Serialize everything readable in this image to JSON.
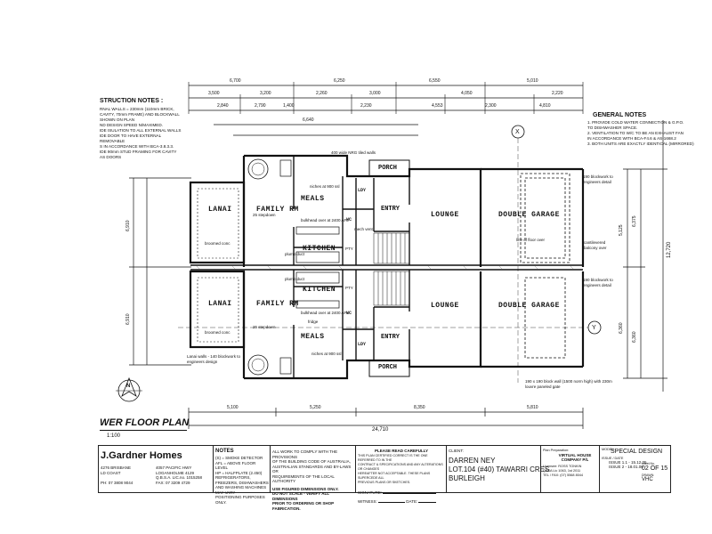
{
  "notes_left": {
    "title": "STRUCTION NOTES :",
    "lines": [
      "RNAL WALLS = 230mm (110mm BRICK,",
      "CAVITY, 70mm FRAME) AND BLOCKWALL",
      "SHOWN ON PLAN",
      "ND DESIGN SPEED N/MAXIMED.",
      "IDE ISULATION TO ALL EXTERNAL WALLS",
      "IDE DOOR TO HAVE EXTERNAL REMOVABLE",
      "S IN ACCORDANCE WITH BCA-3.8.3.3.",
      "IDE 90mm STUD FRAMING FOR CAVITY",
      "AS DOORS"
    ]
  },
  "notes_right": {
    "title": "GENERAL NOTES",
    "lines": [
      "1. PROVIDE COLD WATER CONNECTION & G.P.O.",
      "   TO DISHWASHER SPACE.",
      "2. VENTILATION TO W/C TO BE AN EXHAUST FAN",
      "   IN ACCORDANCE WITH BCA-F4.6 & AS-1668.2",
      "3. BOTH UNITS ARE EXACTLY IDENTICAL (MIRRORED)"
    ]
  },
  "dimensions": {
    "top_row1": [
      "6,700",
      "6,250",
      "6,550",
      "5,010"
    ],
    "top_row2": [
      "3,500",
      "3,200",
      "2,260",
      "3,000",
      "4,050",
      "2,220"
    ],
    "top_row3": [
      "2,840",
      "2,790",
      "1,400",
      "6,640",
      "2,230",
      "4,553",
      "2,300",
      "4,810"
    ],
    "bottom_row": [
      "5,100",
      "5,250",
      "8,350",
      "5,810"
    ],
    "overall_width": "24,710",
    "overall_height": "12,720",
    "right_side": [
      "5,125",
      "6,375",
      "6,360",
      "6,360"
    ],
    "left_side": [
      "6,910",
      "6,910"
    ]
  },
  "rooms_top": {
    "lanai": "LANAI",
    "family": "FAMILY RM",
    "meals": "MEALS",
    "kitchen": "KITCHEN",
    "entry": "ENTRY",
    "lounge": "LOUNGE",
    "garage": "DOUBLE GARAGE",
    "porch": "PORCH",
    "ldy": "LDY",
    "wc": "WC"
  },
  "rooms_bottom": {
    "lanai": "LANAI",
    "family": "FAMILY RM",
    "meals": "MEALS",
    "kitchen": "KITCHEN",
    "entry": "ENTRY",
    "lounge": "LOUNGE",
    "garage": "DOUBLE GARAGE",
    "porch": "PORCH",
    "ldy": "LDY",
    "wc": "WC"
  },
  "annotations": {
    "broomed_conc": "broomed conc",
    "step_down": "25 stepdown",
    "niches": "niches at 900 ssl",
    "bulkhead": "bulkhead over at 2400 AFL",
    "mech_vent": "mech vent",
    "plumb_duct": "plumb duct",
    "pantry": "PTY",
    "fridge": "fridge",
    "lanai_walls": "Lanai walls - 140 blockwork to engineers design",
    "blockwork_note": "190 blockwork to engineers detail",
    "line_floor_over": "line of floor over",
    "porch_wall": "400 wide NRG tiled walls",
    "gates": "190 x 190 block wall (1500 norm high) with 230m louvre paneled gate",
    "cantilevered": "cantilevered balcony over"
  },
  "grid_markers": {
    "x": "X",
    "y": "Y"
  },
  "plan_title": {
    "title": "WER FLOOR PLAN",
    "scale": "1:100"
  },
  "north": {
    "label": "N"
  },
  "title_block": {
    "company": "J.Gardner Homes",
    "company_addr": [
      "4276 BRISBANE",
      "LD COAST",
      "",
      "4057 PACIFIC HWY",
      "LOGANHOLME 4129",
      "Q.B.S.A. LIC.no. 1015258",
      "",
      "PH: 07 3808 9044",
      "FAX: 07 3209 4729"
    ],
    "notes_title": "NOTES",
    "notes_lines": [
      "(S) = SMOKE DETECTOR",
      "AFL = ABOVE FLOOR LEVEL",
      "HP = HALFPLATE (2.450)",
      "REFRIGERATORS, FREEZERS, DISHWASHERS",
      "AND WASHING MACHINES MAY VARY",
      "POSITIONING PURPOSES ONLY."
    ],
    "comply_lines": [
      "ALL WORK TO COMPLY WITH THE PROVISIONS",
      "OF THE BUILDING CODE OF AUSTRALIA,",
      "AUSTRALIAN STANDARDS AND BY-LAWS OR",
      "REQUIREMENTS OF THE LOCAL AUTHORITY",
      "USE FIGURED DIMENSIONS ONLY.",
      "DO NOT SCALE - VERIFY ALL DIMENSIONS",
      "PRIOR TO ORDERING OR SHOP FABRICATION."
    ],
    "read_title": "PLEASE READ CAREFULLY",
    "read_lines": [
      "THIS PLAN CERTIFIED CORRECT IS THE ONE REFERRED TO IN THE",
      "CONTRACT & SPECIFICATIONS AND ANY ALTERATIONS OR CHANGES",
      "HEREAFTER NOT ACCEPTABLE. THESE PLANS SUPERCEDE ALL",
      "PREVIOUS PLANS OR SKETCHES."
    ],
    "client_label": "CLIENT:",
    "client_name": "DARREN NEY",
    "lot": "LOT.104 (#40) TAWARRI CRES",
    "suburb": "BURLEIGH",
    "signature_label": "SIGNATURE:",
    "witness_label": "WITNESS:",
    "date_label": "DATE:",
    "preparer_label": "Plan Preparation:",
    "preparer": "VIRTUAL HOUSE COMPANY P/L",
    "preparer_lines": [
      "Licensee: ROSS TONKIN",
      "QBSA Lic 1063, 1st 2011",
      "TEL / FAX: (07) 5568 8044"
    ],
    "model_label": "MODEL:",
    "model": "SPECIAL DESIGN",
    "issue_label": "ISSUE / DATE",
    "issues": [
      "ISSUE 1.1 - 15.12.05",
      "ISSUE 2 - 18.01.06"
    ],
    "sheet_label": "sheet No.",
    "sheet": "02 OF 15",
    "drawn_label": "DRAWN:",
    "drawn": "VHC"
  }
}
